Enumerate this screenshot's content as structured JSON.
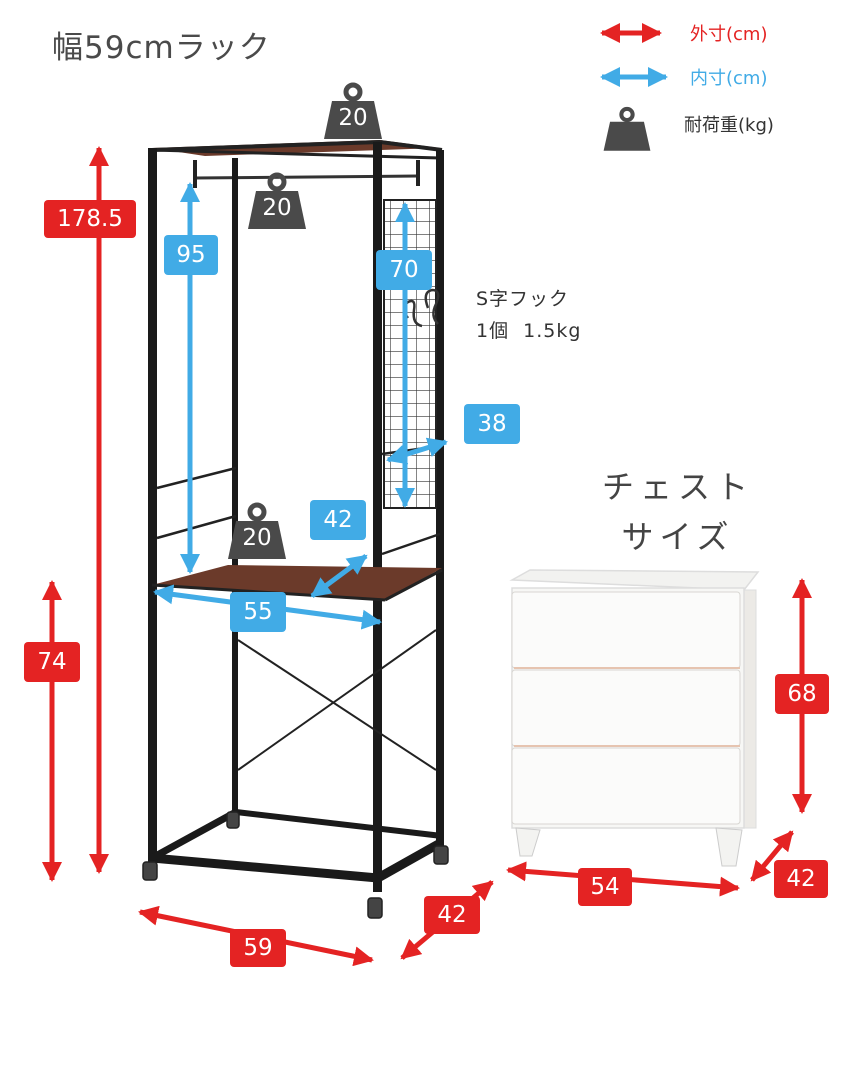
{
  "title": "幅59cmラック",
  "legend": {
    "outer": {
      "label": "外寸(cm)",
      "color": "#e42323"
    },
    "inner": {
      "label": "内寸(cm)",
      "color": "#41abe6"
    },
    "load": {
      "label": "耐荷重(kg)",
      "icon": "weight-icon"
    }
  },
  "rack": {
    "height_total": "178.5",
    "height_shelf": "74",
    "width": "59",
    "depth": "42",
    "inner_height_top": "95",
    "inner_height_mesh": "70",
    "inner_width_mesh": "38",
    "shelf_depth": "42",
    "shelf_width": "55",
    "load_top": "20",
    "load_rod": "20",
    "load_shelf": "20"
  },
  "hook": {
    "line1": "S字フック",
    "line2": "1個  1.5kg"
  },
  "chest": {
    "title_line1": "チェスト",
    "title_line2": "サイズ",
    "height": "68",
    "width": "54",
    "depth": "42"
  }
}
